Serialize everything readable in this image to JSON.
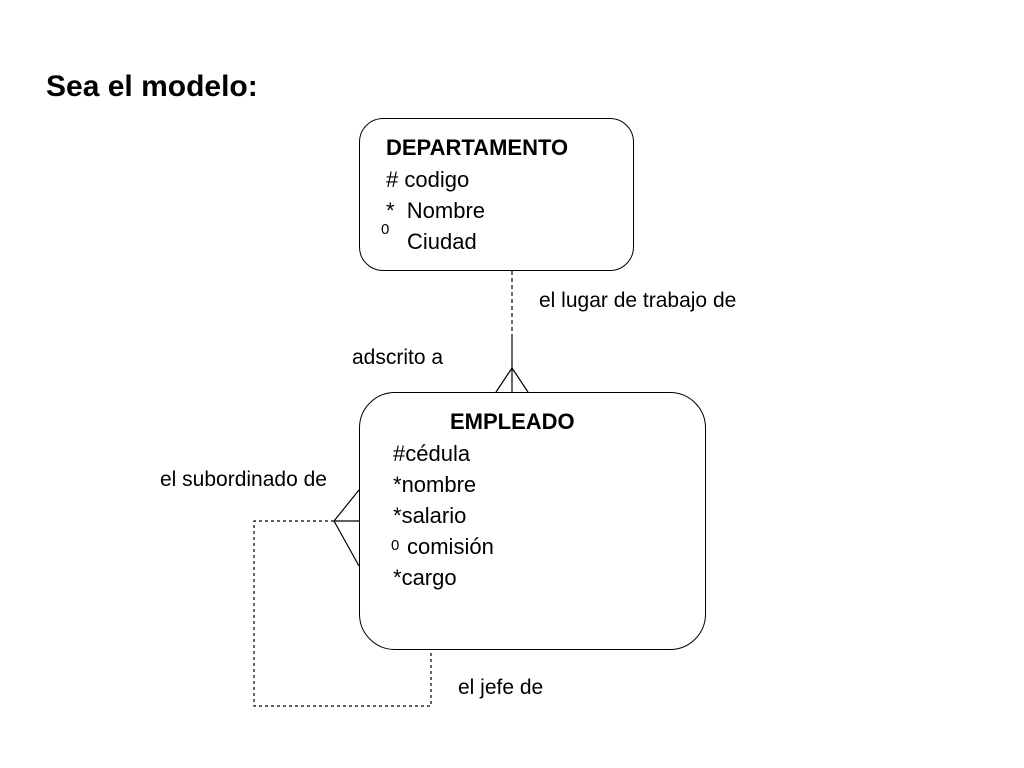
{
  "title": "Sea el modelo:",
  "entities": {
    "departamento": {
      "name": "DEPARTAMENTO",
      "attributes": [
        {
          "marker": "#",
          "name": "codigo"
        },
        {
          "marker": "*",
          "name": "Nombre"
        },
        {
          "marker": "0",
          "name": "Ciudad"
        }
      ]
    },
    "empleado": {
      "name": "EMPLEADO",
      "attributes": [
        {
          "marker": "#",
          "name": "cédula"
        },
        {
          "marker": "*",
          "name": "nombre"
        },
        {
          "marker": "*",
          "name": "salario"
        },
        {
          "marker": "0",
          "name": "comisión"
        },
        {
          "marker": "*",
          "name": "cargo"
        }
      ]
    }
  },
  "relationships": {
    "dep_emp": {
      "label_dep_side": "el lugar de trabajo de",
      "label_emp_side": "adscrito a"
    },
    "self": {
      "label_subordinate": "el subordinado de",
      "label_boss": "el jefe de"
    }
  }
}
